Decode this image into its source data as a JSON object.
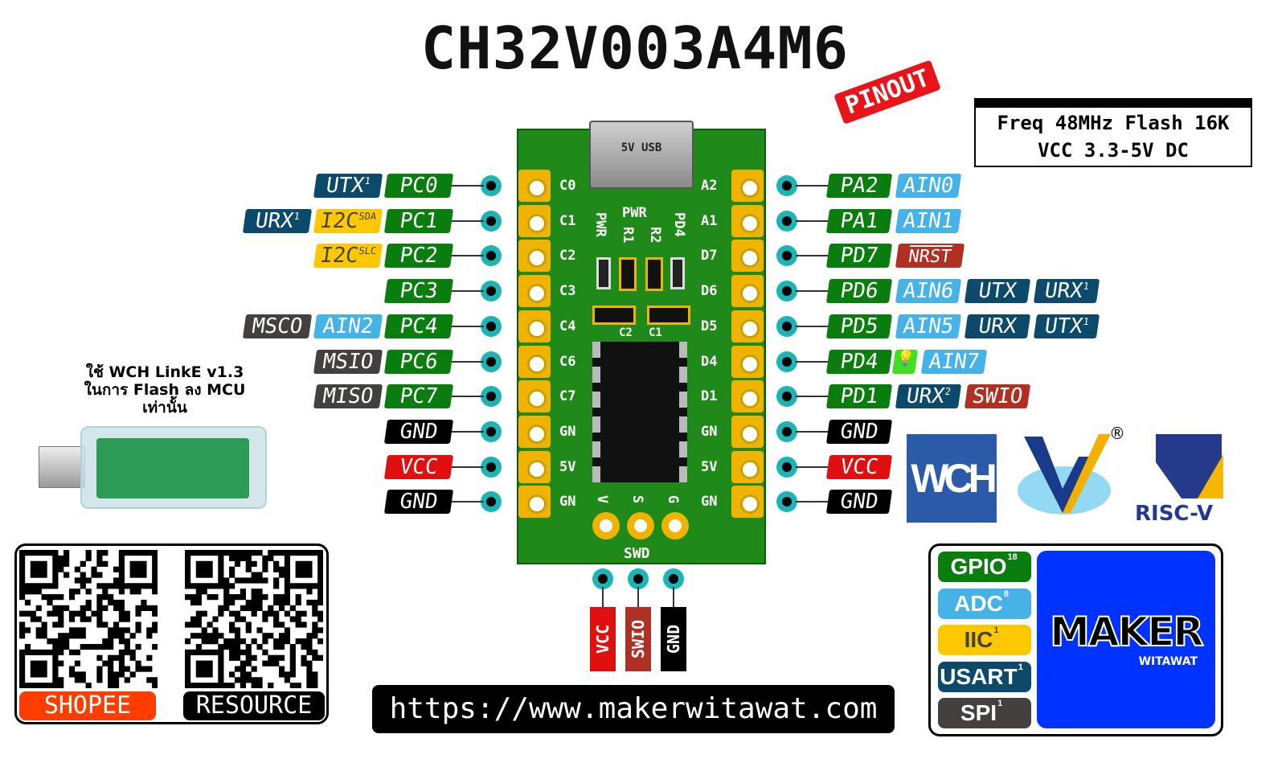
{
  "title": "CH32V003A4M6",
  "badge": "PINOUT",
  "specs": {
    "line1": "Freq 48MHz Flash 16K",
    "line2": "VCC 3.3-5V DC"
  },
  "colors": {
    "gpio": "#0a7d0f",
    "adc": "#45b3e8",
    "uart": "#0b4a6b",
    "i2c": "#fdc800",
    "misc": "#454040",
    "reset": "#b03023",
    "power": "#e01010",
    "ground": "#000000",
    "board": "#1f8a1a",
    "maker": "#0033ff",
    "shopee": "#ff3d00"
  },
  "left_pins": [
    {
      "pin": "PC0",
      "silk": "C0",
      "type": "gpio",
      "alt": [
        {
          "text": "UTX",
          "sup": "1",
          "type": "uart"
        }
      ]
    },
    {
      "pin": "PC1",
      "silk": "C1",
      "type": "gpio",
      "alt": [
        {
          "text": "I2C",
          "sup": "SDA",
          "type": "i2c"
        },
        {
          "text": "URX",
          "sup": "1",
          "type": "uart"
        }
      ]
    },
    {
      "pin": "PC2",
      "silk": "C2",
      "type": "gpio",
      "alt": [
        {
          "text": "I2C",
          "sup": "SLC",
          "type": "i2c"
        }
      ]
    },
    {
      "pin": "PC3",
      "silk": "C3",
      "type": "gpio",
      "alt": []
    },
    {
      "pin": "PC4",
      "silk": "C4",
      "type": "gpio",
      "alt": [
        {
          "text": "AIN2",
          "sup": "",
          "type": "adc"
        },
        {
          "text": "MSCO",
          "sup": "",
          "type": "misc"
        }
      ]
    },
    {
      "pin": "PC6",
      "silk": "C6",
      "type": "gpio",
      "alt": [
        {
          "text": "MSIO",
          "sup": "",
          "type": "misc"
        }
      ]
    },
    {
      "pin": "PC7",
      "silk": "C7",
      "type": "gpio",
      "alt": [
        {
          "text": "MISO",
          "sup": "",
          "type": "misc"
        }
      ]
    },
    {
      "pin": "GND",
      "silk": "GN",
      "type": "ground",
      "alt": []
    },
    {
      "pin": "VCC",
      "silk": "5V",
      "type": "power",
      "alt": []
    },
    {
      "pin": "GND",
      "silk": "GN",
      "type": "ground",
      "alt": []
    }
  ],
  "right_pins": [
    {
      "pin": "PA2",
      "silk": "A2",
      "type": "gpio",
      "alt": [
        {
          "text": "AIN0",
          "sup": "",
          "type": "adc"
        }
      ]
    },
    {
      "pin": "PA1",
      "silk": "A1",
      "type": "gpio",
      "alt": [
        {
          "text": "AIN1",
          "sup": "",
          "type": "adc"
        }
      ]
    },
    {
      "pin": "PD7",
      "silk": "D7",
      "type": "gpio",
      "alt": [
        {
          "text": "NRST",
          "sup": "",
          "type": "reset"
        }
      ]
    },
    {
      "pin": "PD6",
      "silk": "D6",
      "type": "gpio",
      "alt": [
        {
          "text": "AIN6",
          "sup": "",
          "type": "adc"
        },
        {
          "text": "UTX",
          "sup": "",
          "type": "uart"
        },
        {
          "text": "URX",
          "sup": "1",
          "type": "uart"
        }
      ]
    },
    {
      "pin": "PD5",
      "silk": "D5",
      "type": "gpio",
      "alt": [
        {
          "text": "AIN5",
          "sup": "",
          "type": "adc"
        },
        {
          "text": "URX",
          "sup": "",
          "type": "uart"
        },
        {
          "text": "UTX",
          "sup": "1",
          "type": "uart"
        }
      ]
    },
    {
      "pin": "PD4",
      "silk": "D4",
      "type": "gpio",
      "led": true,
      "alt": [
        {
          "text": "AIN7",
          "sup": "",
          "type": "adc"
        }
      ]
    },
    {
      "pin": "PD1",
      "silk": "D1",
      "type": "gpio",
      "alt": [
        {
          "text": "URX",
          "sup": "2",
          "type": "uart"
        },
        {
          "text": "SWIO",
          "sup": "",
          "type": "reset"
        }
      ]
    },
    {
      "pin": "GND",
      "silk": "GN",
      "type": "ground",
      "alt": []
    },
    {
      "pin": "VCC",
      "silk": "5V",
      "type": "power",
      "alt": []
    },
    {
      "pin": "GND",
      "silk": "GN",
      "type": "ground",
      "alt": []
    }
  ],
  "board": {
    "usb": "5V USB",
    "pwr": "PWR",
    "r1": "R1",
    "r2": "R2",
    "pd4": "PD4",
    "pwr2": "PWR",
    "c1": "C1",
    "c2": "C2",
    "swd": "SWD",
    "swd_silk": [
      "V",
      "S",
      "G"
    ]
  },
  "swd_pins": [
    {
      "text": "VCC",
      "type": "power"
    },
    {
      "text": "SWIO",
      "type": "reset"
    },
    {
      "text": "GND",
      "type": "ground"
    }
  ],
  "note": {
    "line1": "ใช้ WCH LinkE v1.3",
    "line2": "ในการ Flash ลง MCU",
    "line3": "เท่านั้น"
  },
  "qr": {
    "shopee": "SHOPEE",
    "resource": "RESOURCE"
  },
  "url": "https://www.makerwitawat.com",
  "logos": {
    "wch": "WCH",
    "riscv": "RISC-V",
    "registered": "®"
  },
  "legend": [
    {
      "name": "GPIO",
      "count": "18",
      "type": "gpio"
    },
    {
      "name": "ADC",
      "count": "8",
      "type": "adc"
    },
    {
      "name": "IIC",
      "count": "1",
      "type": "i2c"
    },
    {
      "name": "USART",
      "count": "1",
      "type": "uart"
    },
    {
      "name": "SPI",
      "count": "1",
      "type": "misc"
    }
  ],
  "maker": {
    "name": "MAKER",
    "sub": "WITAWAT"
  }
}
